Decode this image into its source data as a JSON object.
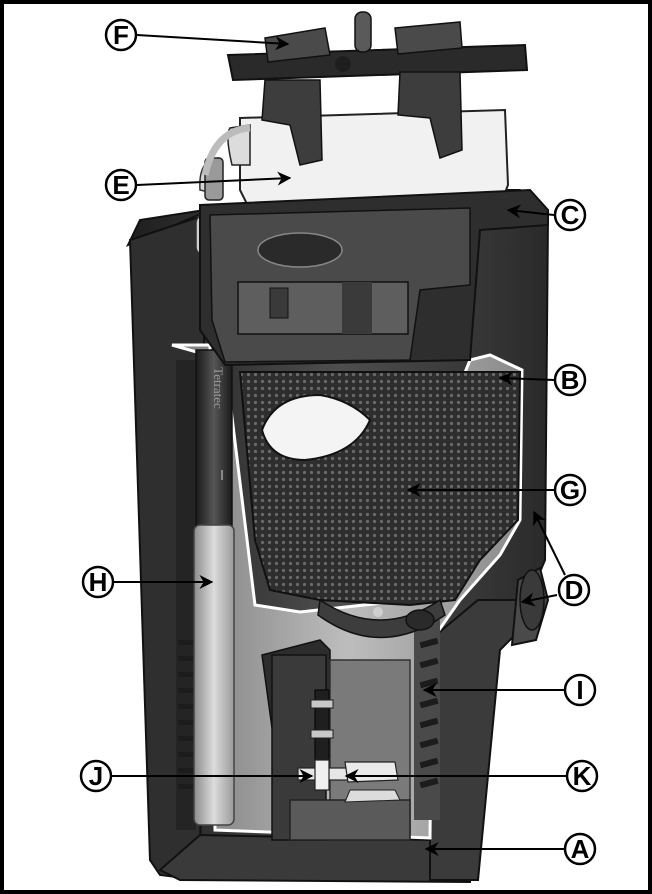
{
  "figure": {
    "brand_on_heater": "Tetratec"
  },
  "callouts": [
    {
      "letter": "F",
      "side": "left"
    },
    {
      "letter": "E",
      "side": "left"
    },
    {
      "letter": "C",
      "side": "right"
    },
    {
      "letter": "B",
      "side": "right"
    },
    {
      "letter": "G",
      "side": "right"
    },
    {
      "letter": "D",
      "side": "right"
    },
    {
      "letter": "H",
      "side": "left"
    },
    {
      "letter": "I",
      "side": "right"
    },
    {
      "letter": "J",
      "side": "left"
    },
    {
      "letter": "K",
      "side": "right"
    },
    {
      "letter": "A",
      "side": "right"
    }
  ],
  "colors": {
    "frame": "#000000",
    "housing_dark": "#2a2a2a",
    "housing_mid": "#4a4a4a",
    "housing_light": "#6a6a6a",
    "cap_white": "#f2f2f2",
    "interior_gray": "#9a9a9a",
    "sponge": "#3a3a3a"
  }
}
